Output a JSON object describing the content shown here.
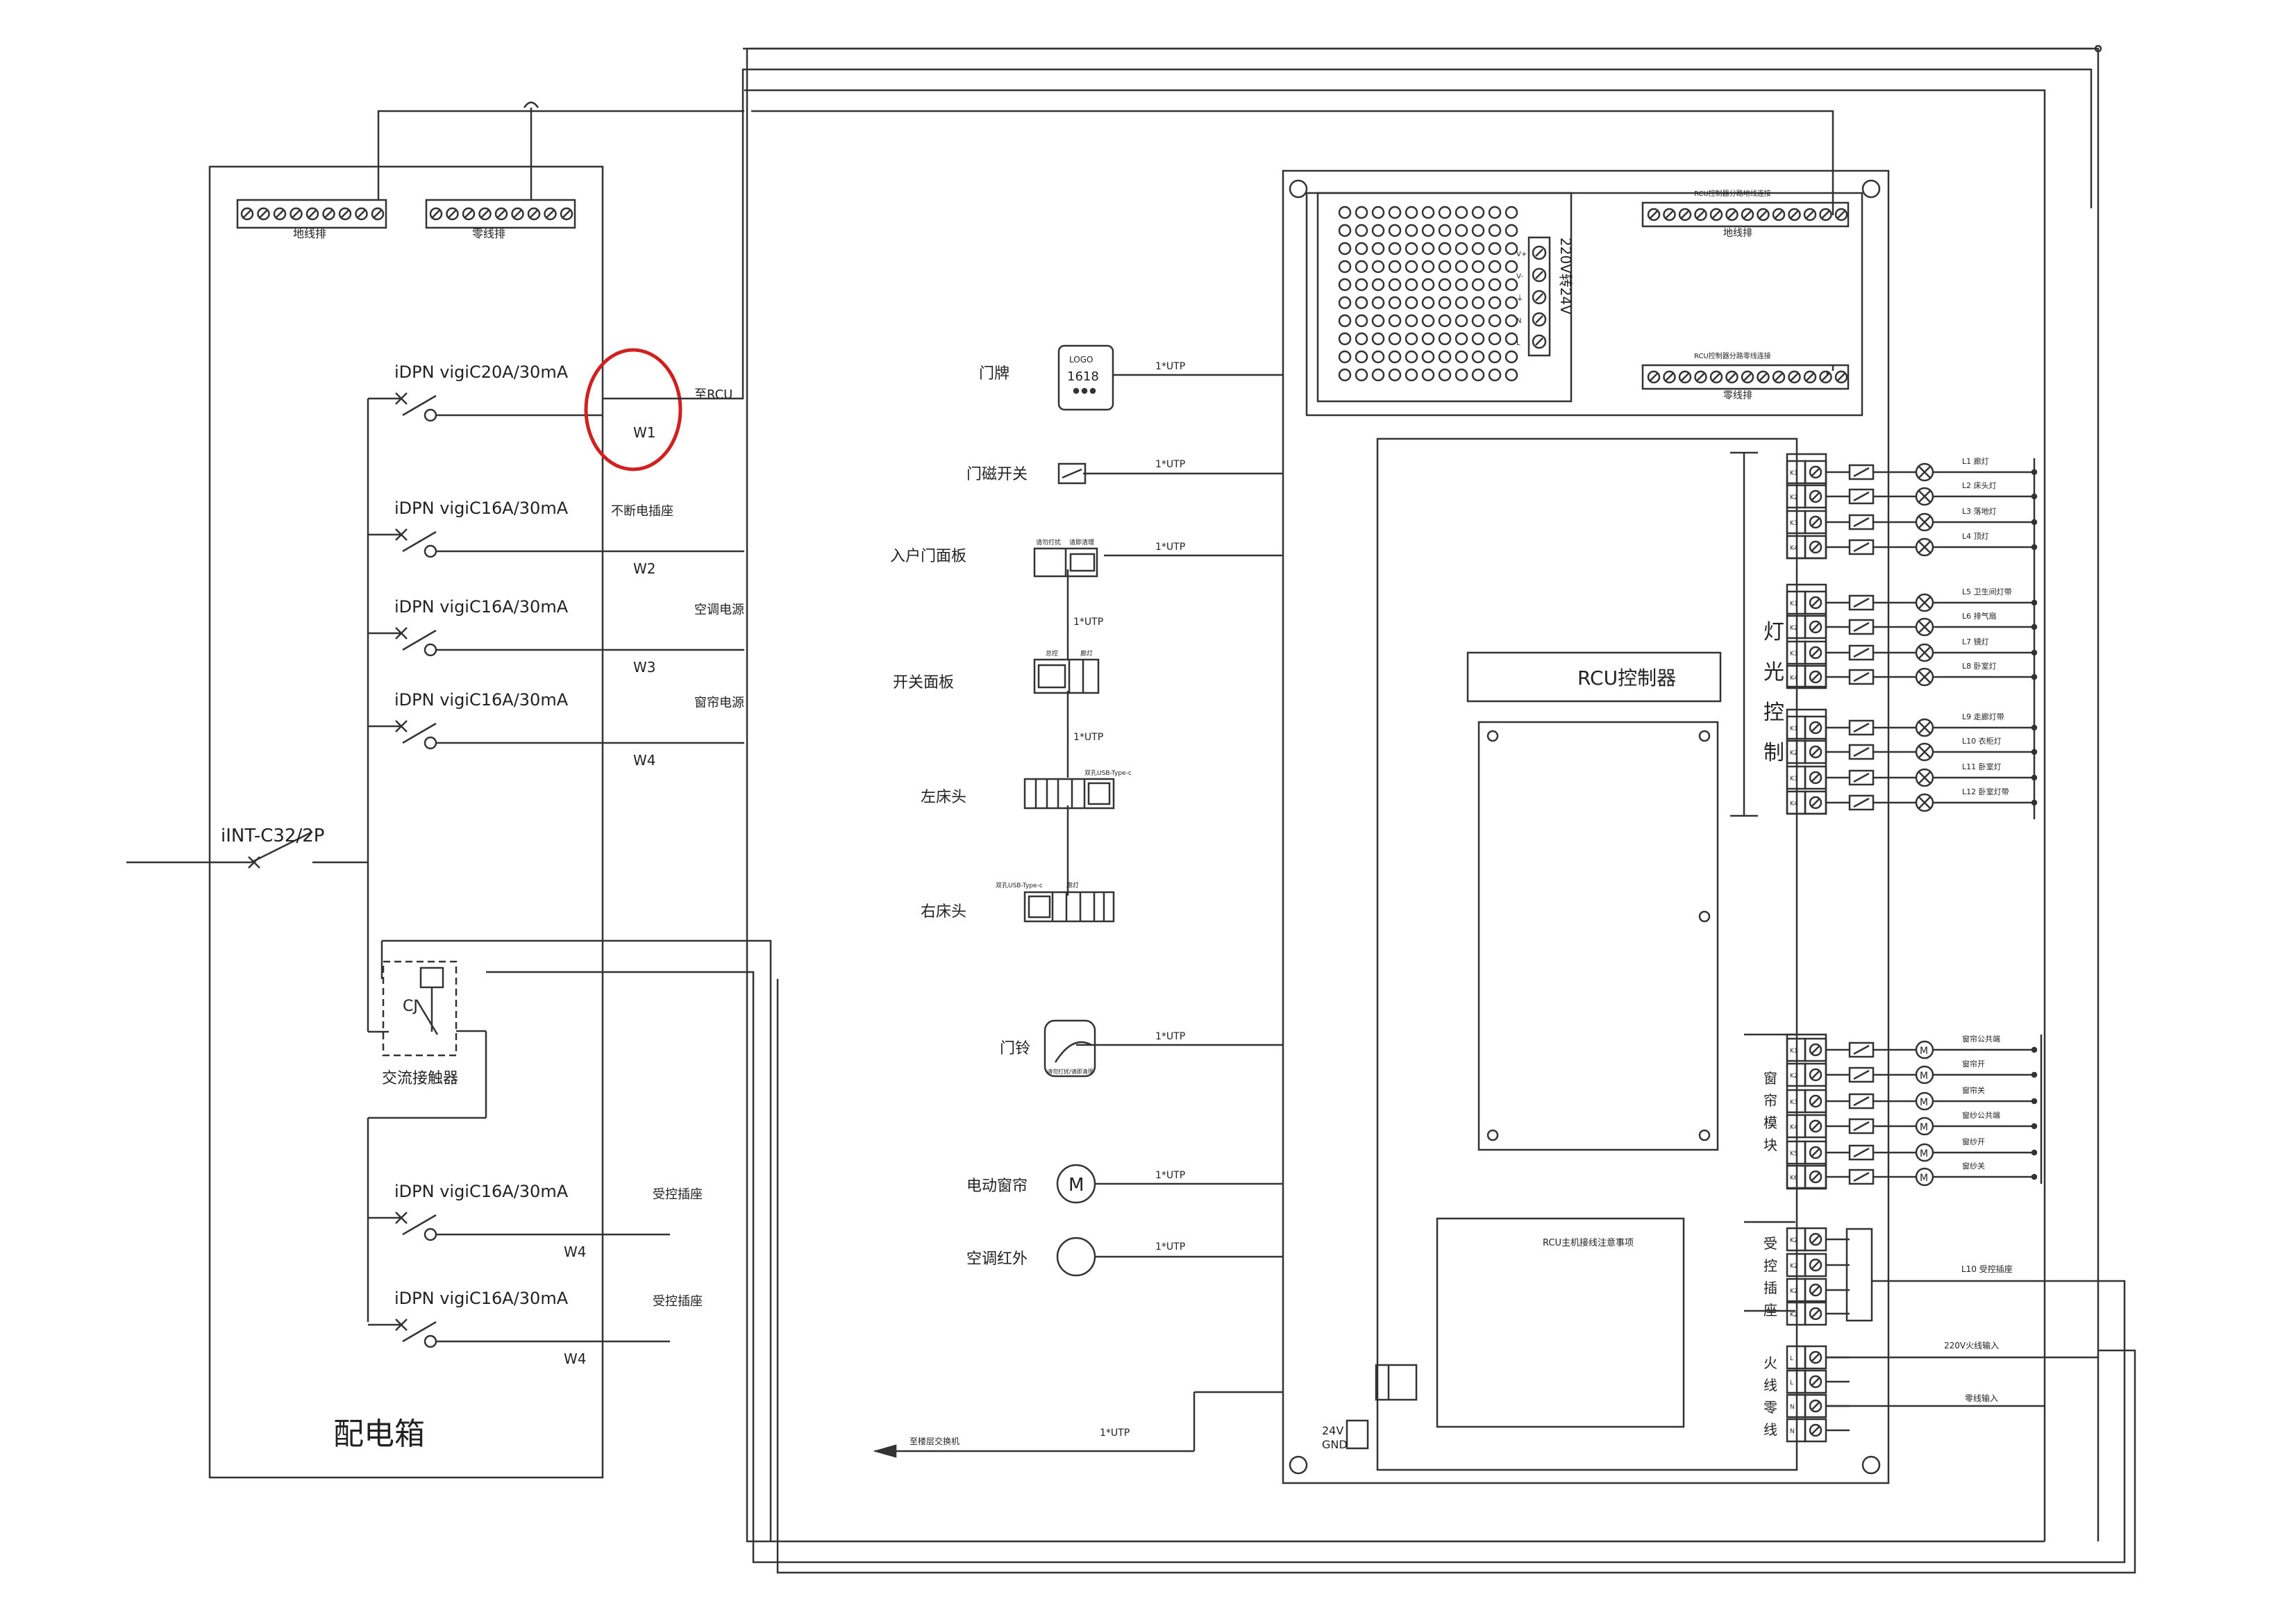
{
  "distribution_box": {
    "title": "配电箱",
    "earth_bar_label": "地线排",
    "neutral_bar_label": "零线排",
    "main_breaker": "iINT-C32/2P",
    "contactor_tag": "CJ",
    "contactor_label": "交流接触器",
    "breakers": [
      {
        "model": "iDPN  vigiC20A/30mA",
        "dest": "至RCU",
        "circuit": "W1"
      },
      {
        "model": "iDPN  vigiC16A/30mA",
        "dest": "不断电插座",
        "circuit": "W2"
      },
      {
        "model": "iDPN  vigiC16A/30mA",
        "dest": "空调电源",
        "circuit": "W3"
      },
      {
        "model": "iDPN  vigiC16A/30mA",
        "dest": "窗帘电源",
        "circuit": "W4"
      },
      {
        "model": "iDPN  vigiC16A/30mA",
        "dest": "受控插座",
        "circuit": "W4"
      },
      {
        "model": "iDPN  vigiC16A/30mA",
        "dest": "受控插座",
        "circuit": "W4"
      }
    ]
  },
  "devices": [
    {
      "label": "门牌",
      "cable": "1*UTP"
    },
    {
      "label": "门磁开关",
      "cable": "1*UTP"
    },
    {
      "label": "入户门面板",
      "cable": "1*UTP"
    },
    {
      "label": "开关面板",
      "cable": "1*UTP"
    },
    {
      "label": "左床头",
      "cable": "1*UTP"
    },
    {
      "label": "右床头",
      "cable": ""
    },
    {
      "label": "门铃",
      "cable": "1*UTP"
    },
    {
      "label": "电动窗帘",
      "cable": "1*UTP"
    },
    {
      "label": "空调红外",
      "cable": "1*UTP"
    }
  ],
  "doorplate": {
    "logo": "LOGO",
    "number": "1618"
  },
  "small_labels": {
    "entry_left": "请勿打扰",
    "entry_right": "请即清理",
    "switch_left": "总控",
    "switch_right": "廊灯",
    "bed_usb": "双孔USB-Type-c",
    "bed_tag": "廊灯",
    "doorbell_caption": "请勿打扰/请即清理",
    "to_server": "至楼层交换机",
    "server_cable": "1*UTP"
  },
  "rcu": {
    "title": "RCU控制器",
    "psu_label": "220V转24V",
    "psu_terminals": [
      "V+",
      "V-",
      "⏚",
      "N",
      "L"
    ],
    "earth_bar_caption": "RCU控制器分路地线连接",
    "earth_bar_label": "地线排",
    "neutral_bar_caption": "RCU控制器分路零线连接",
    "neutral_bar_label": "零线排",
    "power_24v": "24V",
    "gnd": "GND",
    "notes_title": "RCU主机接线注意事项"
  },
  "groups": [
    {
      "name": "灯光控制"
    },
    {
      "name": "窗帘模块"
    },
    {
      "name": "受控插座"
    },
    {
      "name": "火线零线"
    }
  ],
  "lights": [
    "L1  廊灯",
    "L2  床头灯",
    "L3  落地灯",
    "L4  顶灯",
    "L5  卫生间灯带",
    "L6  排气扇",
    "L7  镜灯",
    "L8  卧室灯",
    "L9  走廊灯带",
    "L10  衣柜灯",
    "L11  卧室灯",
    "L12  卧室灯带"
  ],
  "curtains": [
    "窗帘公共端",
    "窗帘开",
    "窗帘关",
    "窗纱公共端",
    "窗纱开",
    "窗纱关"
  ],
  "socket_output": "L10 受控插座",
  "supply_in": "220V火线输入",
  "neutral_in": "零线输入"
}
